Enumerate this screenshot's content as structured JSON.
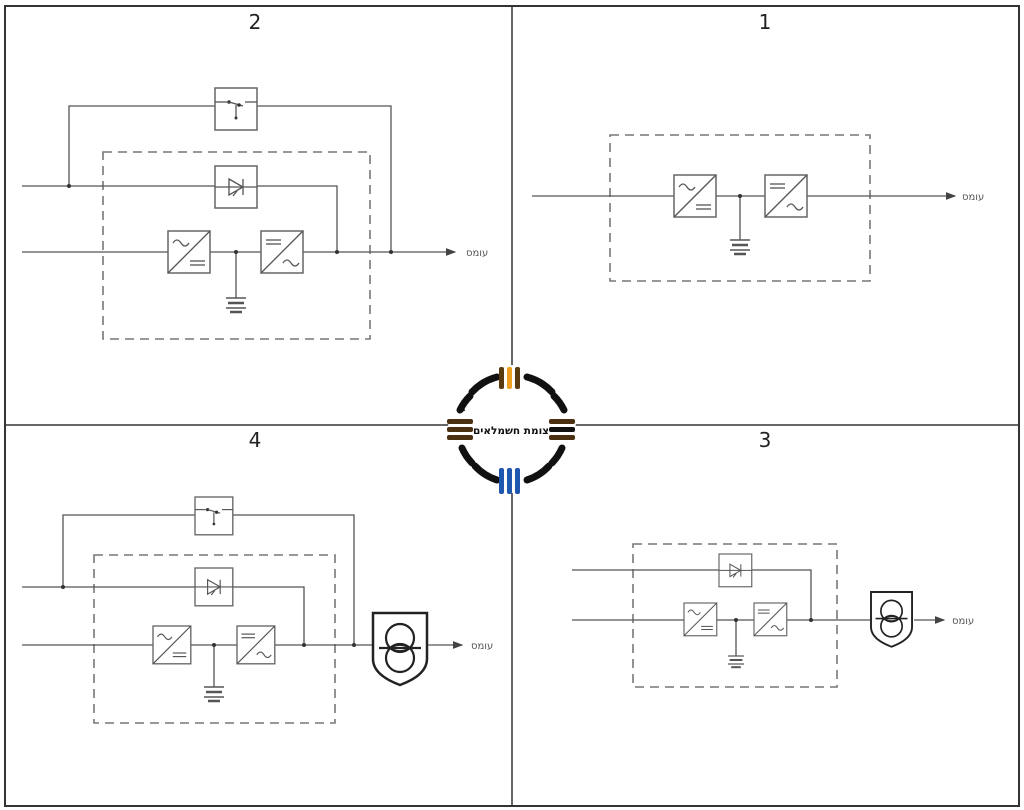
{
  "quadrants": [
    {
      "id": "q1",
      "number": "1",
      "type": "double-conversion online (no bypass)",
      "output_label": "עומס"
    },
    {
      "id": "q2",
      "number": "2",
      "type": "double-conversion with static bypass and maintenance bypass",
      "output_label": "עומס"
    },
    {
      "id": "q3",
      "number": "3",
      "type": "double-conversion with static bypass and output transformer",
      "output_label": "עומס"
    },
    {
      "id": "q4",
      "number": "4",
      "type": "double-conversion with static + maintenance bypass and output transformer",
      "output_label": "עומס"
    }
  ],
  "logo": {
    "text": "צומת חשמלאים",
    "colors": {
      "ring": "#111111",
      "top_bars": "#f0a020",
      "top_bars_dark": "#5a3a10",
      "bottom_bars": "#1f56b0",
      "side_bars": "#4a3010",
      "side_bar_black": "#111111"
    }
  },
  "symbols": {
    "rectifier": "AC/DC converter (~ over =)",
    "inverter": "DC/AC converter (= over ~)",
    "static_switch": "thyristor static switch",
    "bypass_switch": "manual maintenance bypass switch",
    "battery": "ground/battery symbol",
    "transformer": "isolation transformer"
  }
}
